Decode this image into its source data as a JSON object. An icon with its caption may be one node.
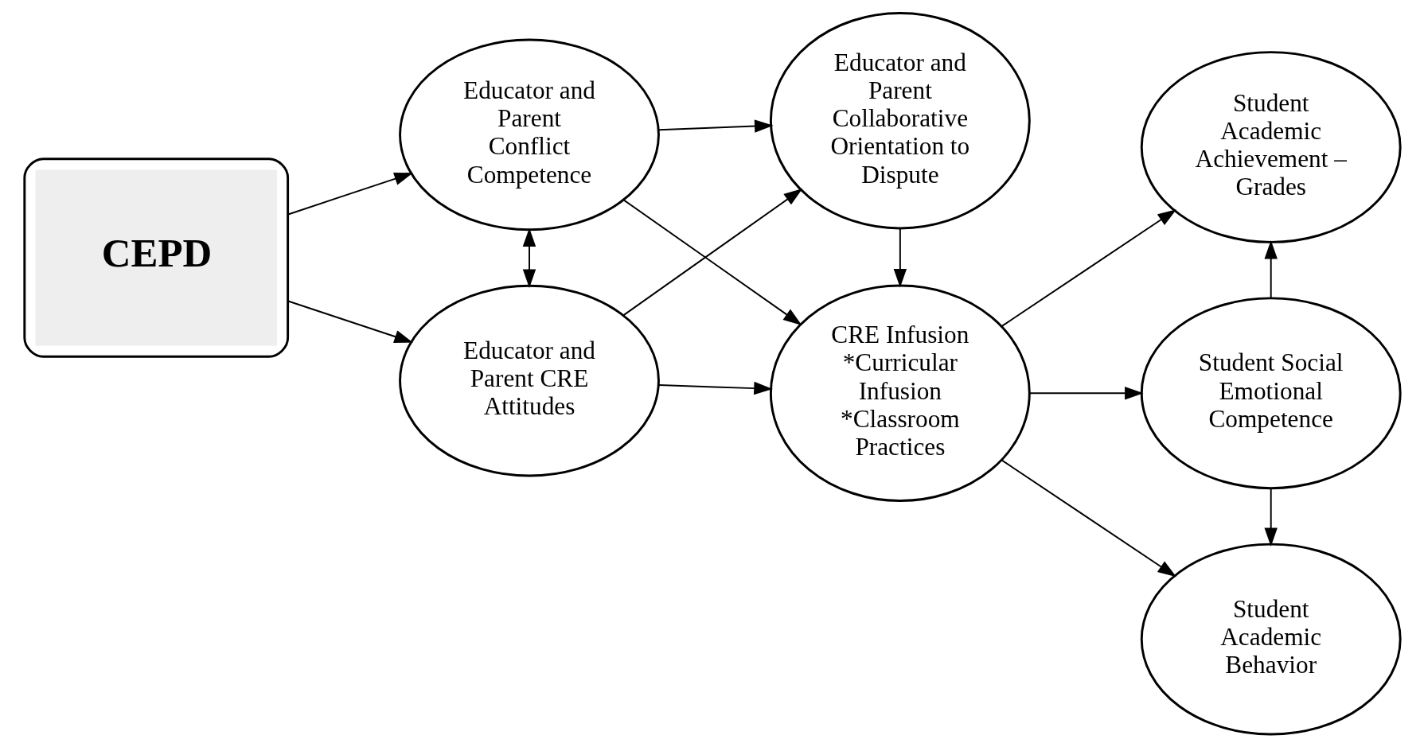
{
  "diagram": {
    "nodes": [
      {
        "text": [
          "CEPD"
        ]
      },
      {
        "text": [
          "Educator and Parent Conflict Competence"
        ]
      },
      {
        "text": [
          "Educator and Parent CRE Attitudes"
        ]
      },
      {
        "text": [
          "Educator and Parent Collaborative Orientation to Dispute"
        ]
      },
      {
        "text": [
          "CRE Infusion *Curricular Infusion *Classroom Practices"
        ]
      },
      {
        "text": [
          "Student Academic Achievement – Grades"
        ]
      },
      {
        "text": [
          "Student Social Emotional Competence"
        ]
      },
      {
        "text": [
          "Student Academic Behavior"
        ]
      }
    ],
    "edges": [
      {
        "from": 0,
        "to": 1,
        "arrow": "to"
      },
      {
        "from": 0,
        "to": 2,
        "arrow": "to"
      },
      {
        "from": 1,
        "to": 2,
        "arrow": "both"
      },
      {
        "from": 1,
        "to": 3,
        "arrow": "to"
      },
      {
        "from": 2,
        "to": 3,
        "arrow": "to"
      },
      {
        "from": 1,
        "to": 4,
        "arrow": "to"
      },
      {
        "from": 2,
        "to": 4,
        "arrow": "to"
      },
      {
        "from": 3,
        "to": 4,
        "arrow": "to"
      },
      {
        "from": 4,
        "to": 5,
        "arrow": "to"
      },
      {
        "from": 4,
        "to": 6,
        "arrow": "to"
      },
      {
        "from": 4,
        "to": 7,
        "arrow": "to"
      },
      {
        "from": 6,
        "to": 5,
        "arrow": "to"
      },
      {
        "from": 6,
        "to": 7,
        "arrow": "to"
      }
    ]
  }
}
